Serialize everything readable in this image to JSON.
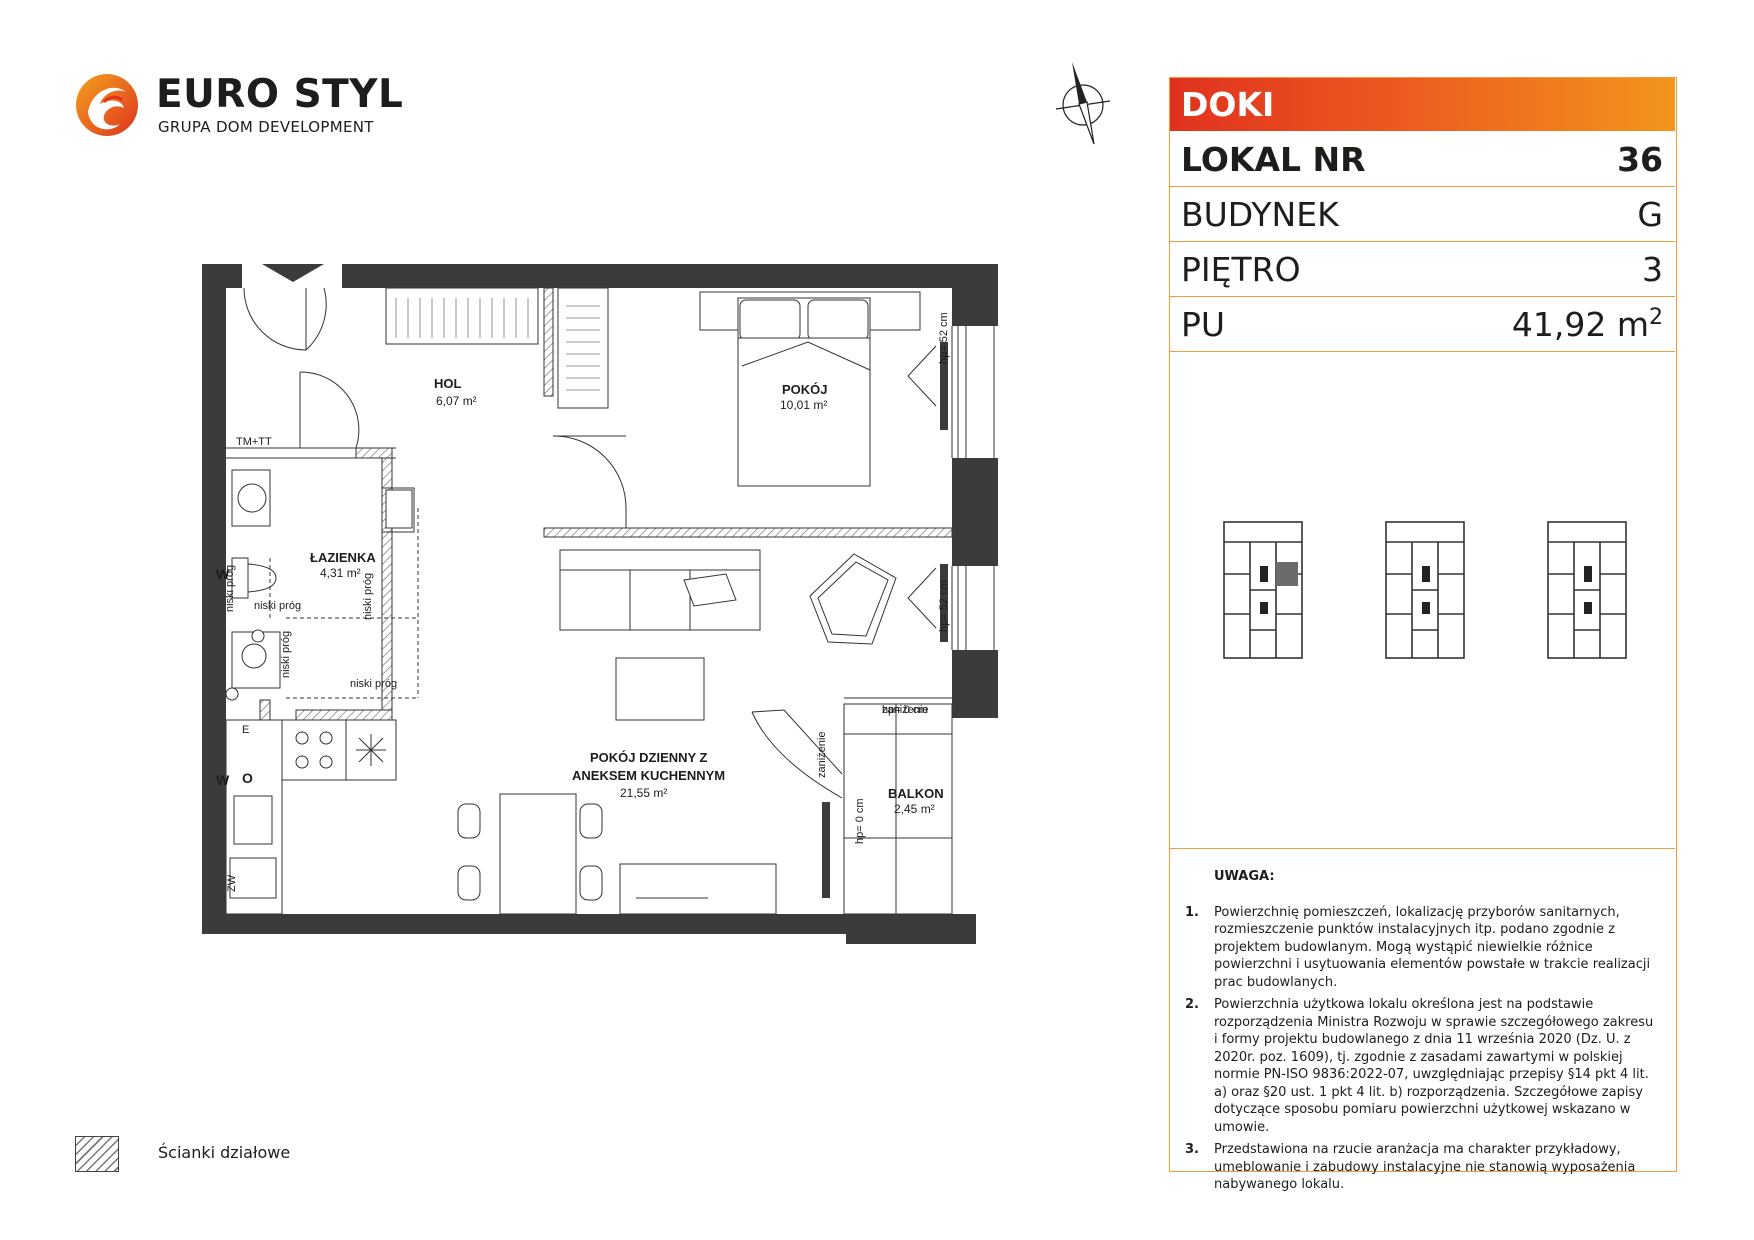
{
  "brand": {
    "name": "EURO STYL",
    "subtitle": "GRUPA DOM DEVELOPMENT",
    "colors": {
      "orange": "#f39c3d",
      "red": "#e0321f",
      "dark": "#1d1d1b"
    }
  },
  "info": {
    "project": "DOKI",
    "rows": [
      {
        "label": "LOKAL NR",
        "value": "36"
      },
      {
        "label": "BUDYNEK",
        "value": "G"
      },
      {
        "label": "PIĘTRO",
        "value": "3"
      },
      {
        "label": "PU",
        "value": "41,92 m",
        "unit_sup": "2"
      }
    ]
  },
  "notes": {
    "title": "UWAGA:",
    "items": [
      {
        "num": "1.",
        "text": "Powierzchnię pomieszczeń, lokalizację przyborów sanitarnych, rozmieszczenie punktów instalacyjnych itp. podano zgodnie z projektem budowlanym. Mogą wystąpić niewielkie różnice powierzchni i usytuowania elementów powstałe w trakcie realizacji prac budowlanych."
      },
      {
        "num": "2.",
        "text": "Powierzchnia użytkowa lokalu określona jest na podstawie rozporządzenia Ministra Rozwoju w sprawie szczegółowego zakresu i formy projektu budowlanego z dnia 11 września 2020 (Dz. U. z 2020r. poz. 1609), tj. zgodnie z zasadami zawartymi w polskiej normie PN-ISO 9836:2022-07, uwzględniając przepisy §14 pkt 4 lit. a) oraz §20 ust. 1 pkt 4 lit. b) rozporządzenia. Szczegółowe zapisy dotyczące sposobu pomiaru powierzchni użytkowej wskazano w umowie."
      },
      {
        "num": "3.",
        "text": "Przedstawiona na rzucie aranżacja ma charakter przykładowy, umeblowanie i zabudowy instalacyjne nie stanowią wyposażenia nabywanego lokalu."
      }
    ]
  },
  "legend": {
    "label": "Ścianki działowe"
  },
  "plan": {
    "rooms": [
      {
        "name": "HOL",
        "area": "6,07 m²"
      },
      {
        "name": "POKÓJ",
        "area": "10,01 m²"
      },
      {
        "name": "ŁAZIENKA",
        "area": "4,31 m²"
      },
      {
        "name_line1": "POKÓJ DZIENNY Z",
        "name_line2": "ANEKSEM KUCHENNYM",
        "area": "21,55 m²"
      },
      {
        "name": "BALKON",
        "area": "2,45 m²"
      }
    ],
    "annotations": {
      "tm_tt": "TM+TT",
      "hp52": "hp= 52 cm",
      "hp0": "hp= 0 cm",
      "zanizenie": "zaniżenie",
      "niski_prog": "niski próg",
      "w": "W",
      "zw": "ZW",
      "o": "O",
      "e": "E"
    }
  }
}
